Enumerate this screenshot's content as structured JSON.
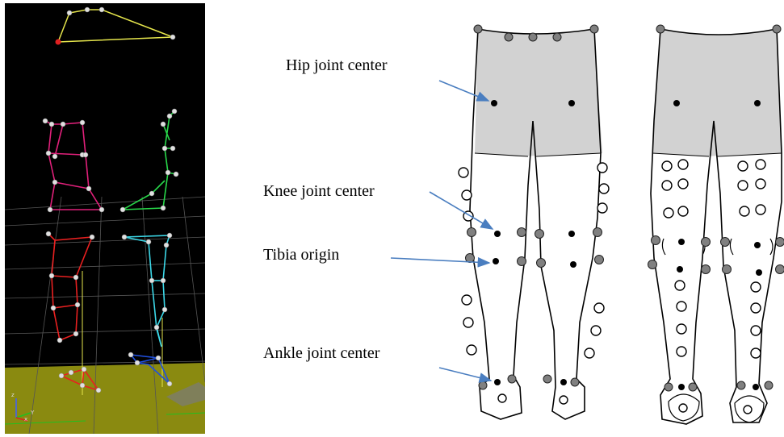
{
  "labels": {
    "hip": "Hip joint center",
    "knee": "Knee joint center",
    "tibia": "Tibia origin",
    "ankle": "Ankle joint center"
  },
  "viewport": {
    "axis_z": "z",
    "axis_x": "x",
    "axis_y": "Y"
  },
  "colors": {
    "pelvis": "#e6e64c",
    "left_thigh": "#e0207a",
    "right_thigh": "#28d84a",
    "left_shank": "#e82020",
    "right_shank": "#3cd8e8",
    "left_foot": "#e82020",
    "right_foot": "#2050e0",
    "floor": "#8a8a10",
    "arrow": "#4a7ec0"
  }
}
